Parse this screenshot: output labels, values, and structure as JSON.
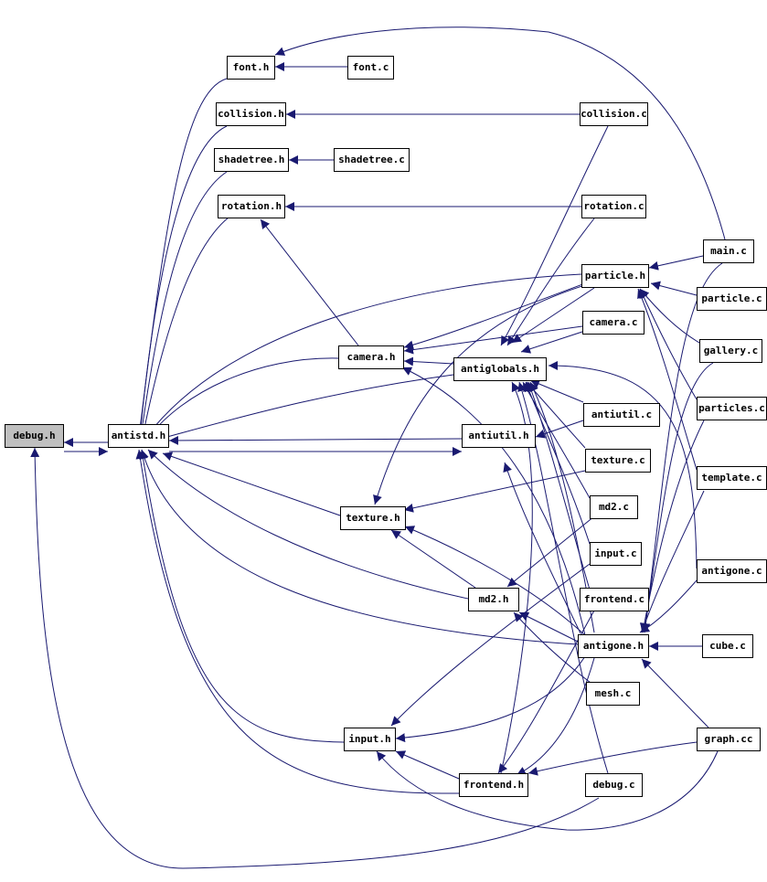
{
  "colors": {
    "edge": "#191970",
    "box_border": "#000000",
    "box_fill": "#ffffff",
    "root_fill": "#bfbfbf"
  },
  "nodes": {
    "debug_h": "debug.h",
    "antistd_h": "antistd.h",
    "font_h": "font.h",
    "font_c": "font.c",
    "collision_h": "collision.h",
    "collision_c": "collision.c",
    "shadetree_h": "shadetree.h",
    "shadetree_c": "shadetree.c",
    "rotation_h": "rotation.h",
    "rotation_c": "rotation.c",
    "main_c": "main.c",
    "particle_h": "particle.h",
    "particle_c": "particle.c",
    "camera_h": "camera.h",
    "camera_c": "camera.c",
    "antiglobals_h": "antiglobals.h",
    "gallery_c": "gallery.c",
    "particles_c": "particles.c",
    "antiutil_c": "antiutil.c",
    "antiutil_h": "antiutil.h",
    "texture_c": "texture.c",
    "template_c": "template.c",
    "texture_h": "texture.h",
    "md2_c": "md2.c",
    "input_c": "input.c",
    "antigone_c": "antigone.c",
    "md2_h": "md2.h",
    "frontend_c": "frontend.c",
    "antigone_h": "antigone.h",
    "cube_c": "cube.c",
    "mesh_c": "mesh.c",
    "input_h": "input.h",
    "graph_cc": "graph.cc",
    "frontend_h": "frontend.h",
    "debug_c": "debug.c"
  }
}
